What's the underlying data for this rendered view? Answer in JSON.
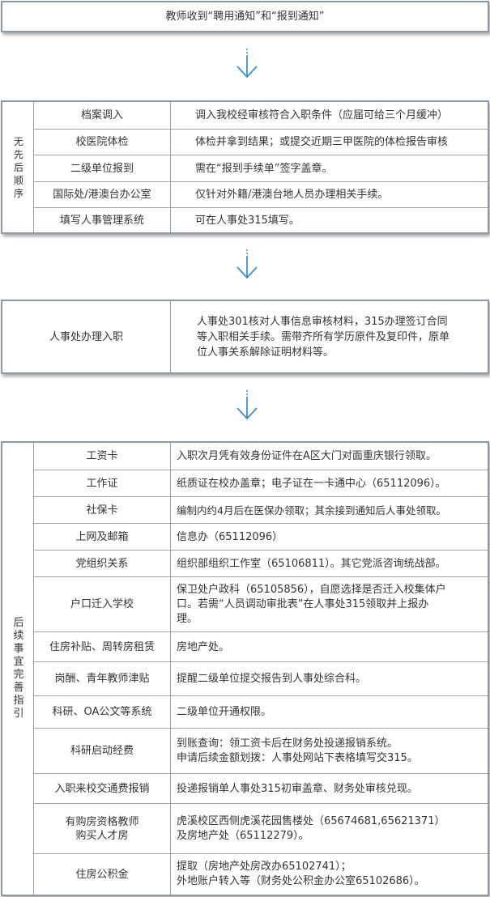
{
  "top": {
    "text": "教师收到“聘用通知”和“报到通知”"
  },
  "section1": {
    "side_label": "无先后顺序",
    "rows": [
      {
        "label": "档案调入",
        "value": "调入我校经审核符合入职条件（应届可给三个月缓冲）"
      },
      {
        "label": "校医院体检",
        "value": "体检并拿到结果；或提交近期三甲医院的体检报告审核"
      },
      {
        "label": "二级单位报到",
        "value": "需在“报到手续单”签字盖章。"
      },
      {
        "label": "国际处/港澳台办公室",
        "value": "仅针对外籍/港澳台地人员办理相关手续。"
      },
      {
        "label": "填写人事管理系统",
        "value": "可在人事处315填写。"
      }
    ]
  },
  "section2": {
    "label": "人事处办理入职",
    "value": "人事处301核对人事信息审核材料，315办理签订合同\n等入职相关手续。需带齐所有学历原件及复印件，原单\n位人事关系解除证明材料等。"
  },
  "section3": {
    "side_label": "后续事宜完善指引",
    "rows": [
      {
        "label": "工资卡",
        "value": "入职次月凭有效身份证件在A区大门对面重庆银行领取。"
      },
      {
        "label": "工作证",
        "value": "纸质证在校办盖章；电子证在一卡通中心（65112096）。"
      },
      {
        "label": "社保卡",
        "value": "编制内约4月后在医保办领取；其余接到通知后人事处领取。"
      },
      {
        "label": "上网及邮箱",
        "value": "信息办（65112096）"
      },
      {
        "label": "党组织关系",
        "value": "组织部组织工作室（65106811）。其它党派咨询统战部。"
      },
      {
        "label": "户口迁入学校",
        "value": "保卫处户政科（65105856），自愿选择是否迁入校集体户\n口。若需“人员调动审批表”在人事处315领取并上报办\n理。"
      },
      {
        "label": "住房补贴、周转房租赁",
        "value": "房地产处。"
      },
      {
        "label": "岗酬、青年教师津贴",
        "value": "提醒二级单位提交报告到人事处综合科。"
      },
      {
        "label": "科研、OA公文等系统",
        "value": "二级单位开通权限。"
      },
      {
        "label": "科研启动经费",
        "value": "到账查询：领工资卡后在财务处投递报销系统。\n申请后续金额划拨：人事处网站下表格填写交315。"
      },
      {
        "label": "入职来校交通费报销",
        "value": "投递报销单人事处315初审盖章、财务处审核兑现。"
      },
      {
        "label": "有购房资格教师\n购买人才房",
        "value": "虎溪校区西侧虎溪花园售楼处（65674681,65621371）\n及房地产处（65112279）。"
      },
      {
        "label": "住房公积金",
        "value": "提取（房地产处房改办65102741）；\n外地账户转入等（财务处公积金办公室65102686）。"
      }
    ]
  },
  "colors": {
    "border": "#8e98a4",
    "arrow": "#3a8fd6",
    "text": "#333333"
  }
}
